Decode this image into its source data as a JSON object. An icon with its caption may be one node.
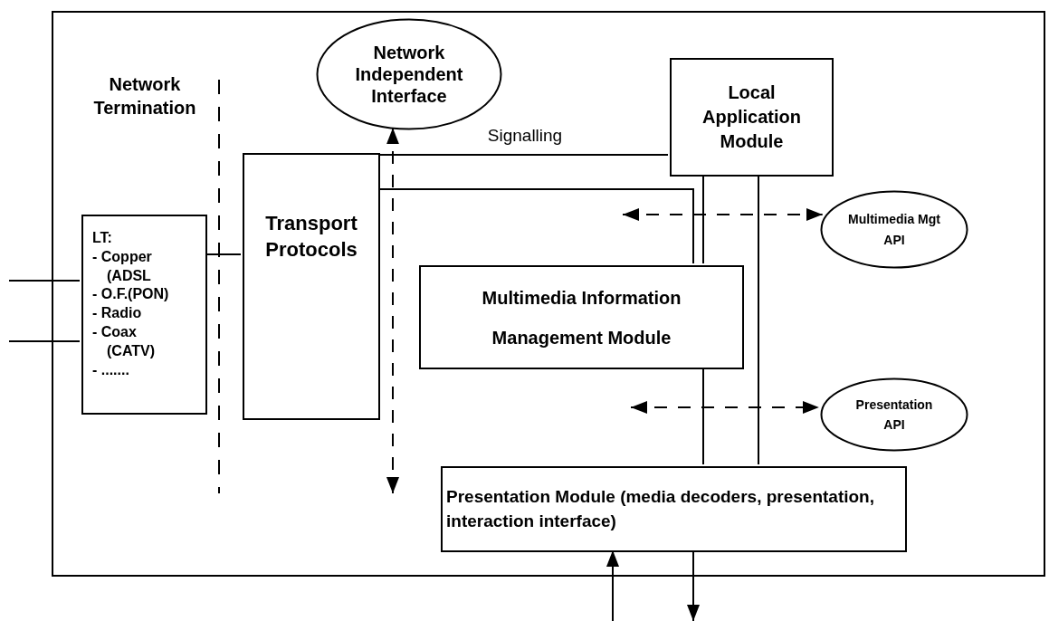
{
  "diagram": {
    "nodes": [
      {
        "text": [],
        "shape": "box"
      },
      {
        "text": [
          "LT:",
          "- Copper (ADSL",
          "- O.F.(PON)",
          "- Radio",
          "- Coax (CATV)",
          "- ......."
        ],
        "in": 0
      },
      {
        "text": [
          "Transport Protocols"
        ],
        "in": 0
      },
      {
        "text": [
          "Network Independent Interface"
        ],
        "in": 0
      },
      {
        "text": [
          "Local Application Module"
        ],
        "in": 0
      },
      {
        "text": [
          "Multimedia Information Management Module"
        ],
        "in": 0
      },
      {
        "text": [
          "Multimedia Mgt API"
        ],
        "in": 0
      },
      {
        "text": [
          "Presentation API"
        ],
        "in": 0
      },
      {
        "text": [
          "Presentation Module (media decoders, presentation, interaction interface)"
        ],
        "in": 0
      }
    ],
    "edges": [
      {
        "from": null,
        "to": 1,
        "arrow": "none"
      },
      {
        "from": null,
        "to": 1,
        "arrow": "none"
      },
      {
        "from": 1,
        "to": 2,
        "arrow": "none"
      },
      {
        "from": null,
        "to": 3,
        "arrow": "both",
        "style": "dashed"
      },
      {
        "from": 2,
        "to": 4,
        "arrow": "none",
        "label": "Signalling"
      },
      {
        "from": 2,
        "to": 5,
        "arrow": "none"
      },
      {
        "from": 4,
        "to": 5,
        "arrow": "none"
      },
      {
        "from": 5,
        "to": 8,
        "arrow": "none"
      },
      {
        "from": 4,
        "to": 8,
        "arrow": "none"
      },
      {
        "from": null,
        "to": 6,
        "arrow": "both",
        "style": "dashed"
      },
      {
        "from": null,
        "to": 7,
        "arrow": "both",
        "style": "dashed"
      },
      {
        "from": null,
        "to": 8,
        "arrow": "to"
      },
      {
        "from": 8,
        "to": null,
        "arrow": "to"
      }
    ],
    "labels": [
      "Network Termination"
    ]
  }
}
